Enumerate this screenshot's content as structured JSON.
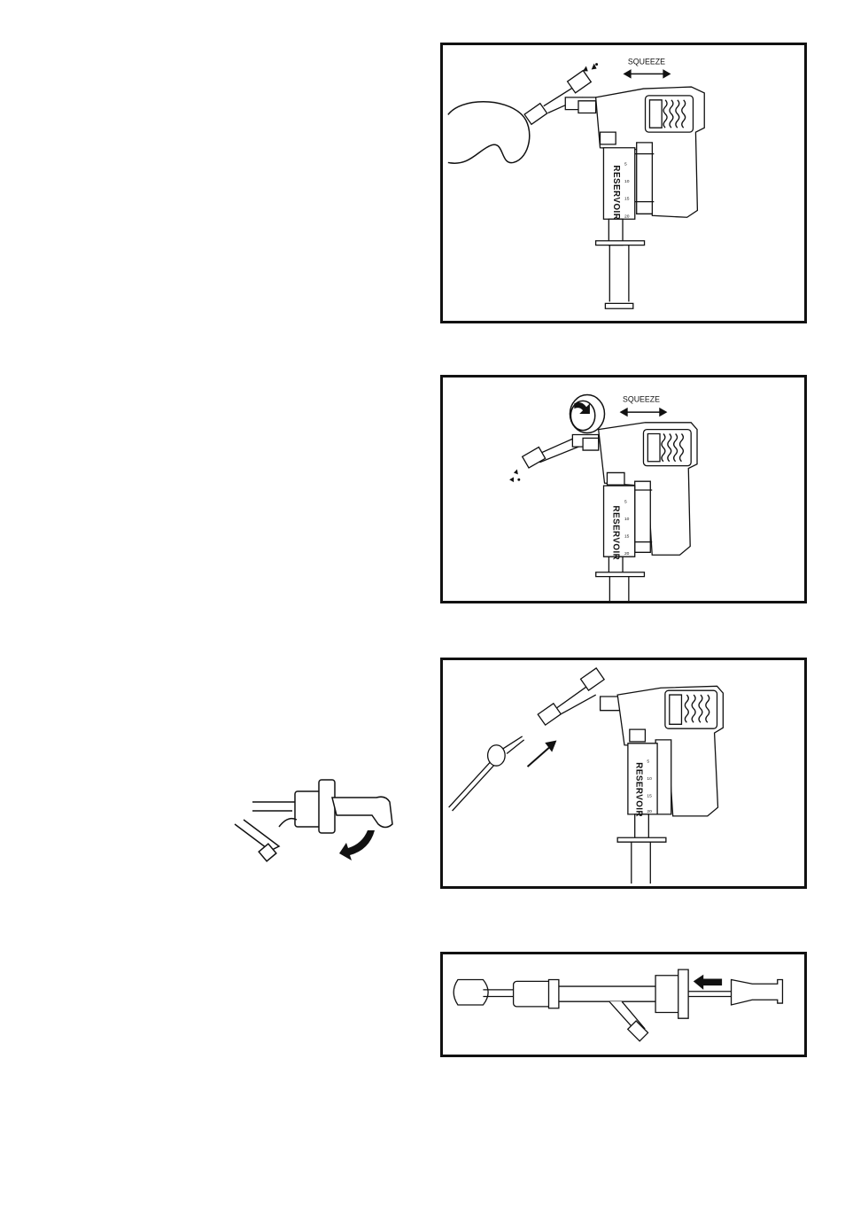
{
  "panels": {
    "p1": {
      "squeeze": "SQUEEZE",
      "reservoir": "RESERVOIR",
      "ticks": [
        "5",
        "10",
        "15",
        "20"
      ]
    },
    "p2": {
      "squeeze": "SQUEEZE",
      "reservoir": "RESERVOIR",
      "ticks": [
        "5",
        "10",
        "15",
        "20"
      ]
    },
    "p3": {
      "reservoir": "RESERVOIR",
      "ticks": [
        "5",
        "10",
        "15",
        "20"
      ]
    }
  },
  "icons": [
    "squeeze-arrow-icon",
    "insert-arrow-icon",
    "rotate-arrow-icon",
    "push-arrow-icon"
  ],
  "colors": {
    "line": "#111111",
    "background": "#ffffff"
  }
}
